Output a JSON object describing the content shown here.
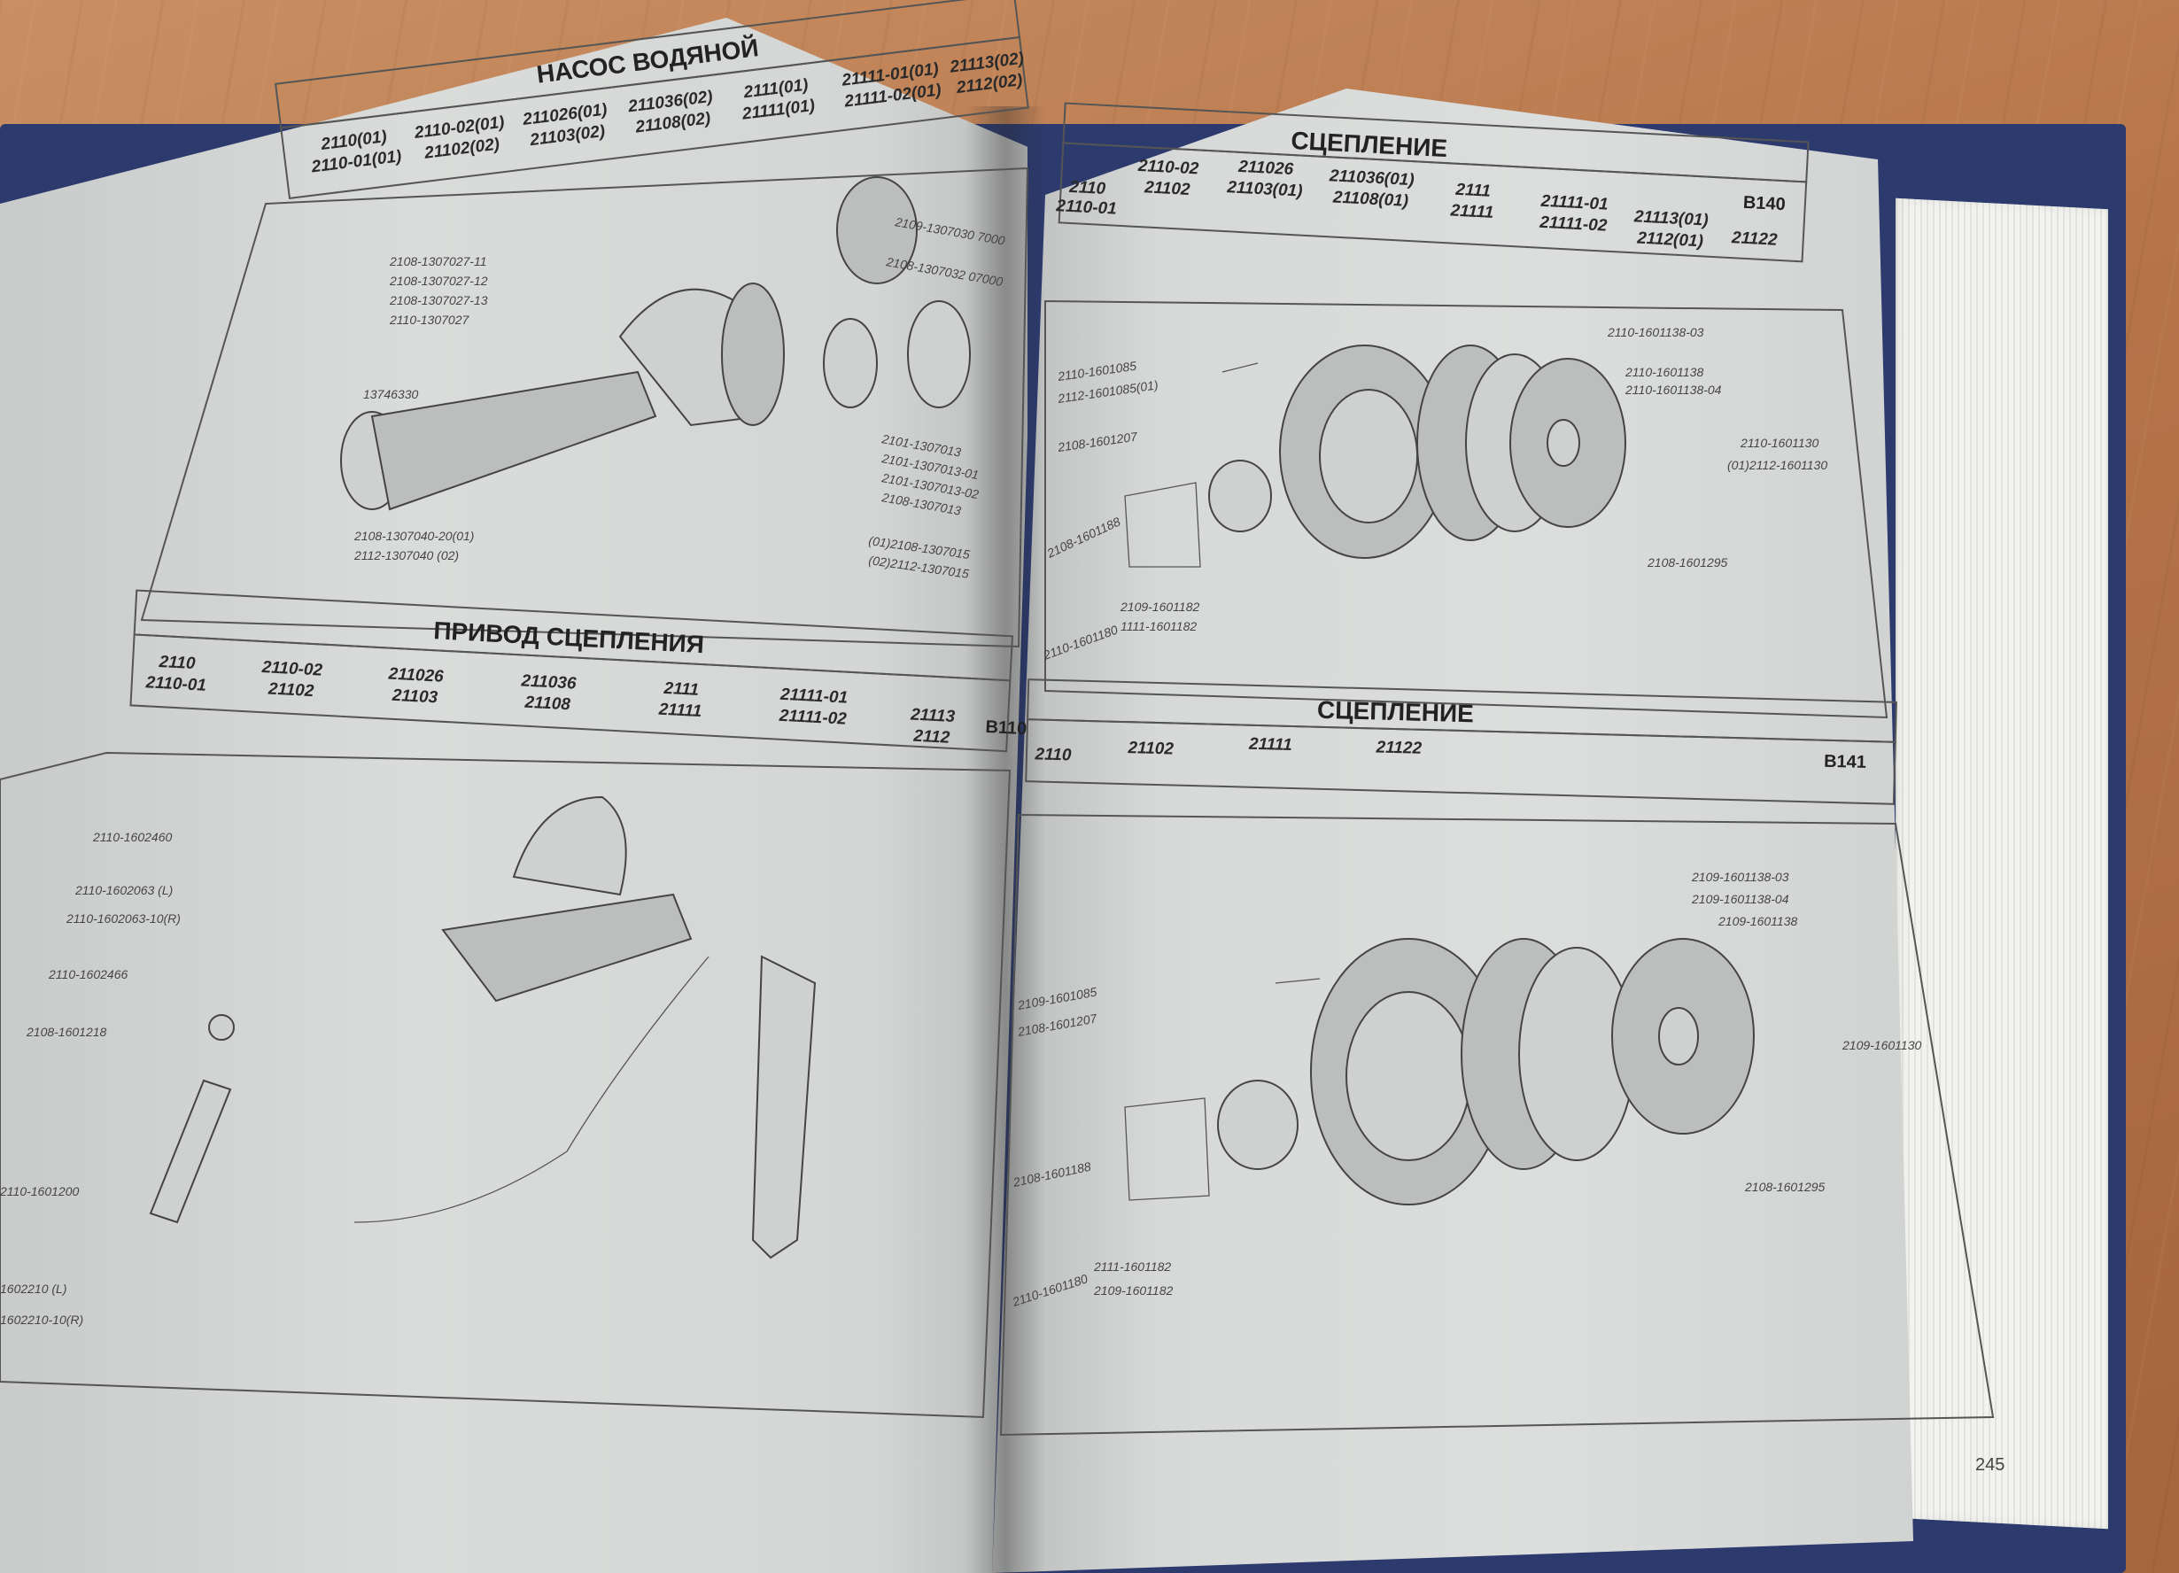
{
  "left_page": {
    "water_pump": {
      "title": "НАСОС ВОДЯНОЙ",
      "models": [
        [
          "2110(01)",
          "2110-01(01)"
        ],
        [
          "2110-02(01)",
          "21102(02)"
        ],
        [
          "211026(01)",
          "21103(02)"
        ],
        [
          "211036(02)",
          "21108(02)"
        ],
        [
          "2111(01)",
          "21111(01)"
        ],
        [
          "21111-01(01)",
          "21111-02(01)"
        ],
        [
          "21113(02)",
          "2112(02)"
        ]
      ],
      "labels": [
        "2109-1307030 7000",
        "2108-1307032 07000",
        "2108-1307027-11",
        "2108-1307027-12",
        "2108-1307027-13",
        "2110-1307027",
        "13746330",
        "2101-1307013",
        "2101-1307013-01",
        "2101-1307013-02",
        "2108-1307013",
        "(01)2108-1307015",
        "(02)2112-1307015",
        "2108-1307040-20(01)",
        "2112-1307040 (02)"
      ]
    },
    "clutch_drive": {
      "title": "ПРИВОД СЦЕПЛЕНИЯ",
      "models": [
        [
          "2110",
          "2110-01"
        ],
        [
          "2110-02",
          "21102"
        ],
        [
          "211026",
          "21103"
        ],
        [
          "211036",
          "21108"
        ],
        [
          "2111",
          "21111"
        ],
        [
          "21111-01",
          "21111-02"
        ],
        [
          "21113",
          "2112"
        ]
      ],
      "code": "B110",
      "labels": [
        "2110-1602460",
        "2110-1602063 (L)",
        "2110-1602063-10(R)",
        "2110-1602466",
        "2108-1601218",
        "2110-1601200",
        "1602210 (L)",
        "1602210-10(R)"
      ]
    }
  },
  "right_page": {
    "clutch_top": {
      "title": "СЦЕПЛЕНИЕ",
      "models": [
        [
          "2110",
          "2110-01"
        ],
        [
          "2110-02",
          "21102"
        ],
        [
          "211026",
          "21103(01)"
        ],
        [
          "211036(01)",
          "21108(01)"
        ],
        [
          "2111",
          "21111"
        ],
        [
          "21111-01",
          "21111-02"
        ],
        [
          "21113(01)",
          "2112(01)"
        ],
        [
          "21122"
        ]
      ],
      "code": "B140",
      "labels": [
        "2110-1601085",
        "2112-1601085(01)",
        "2108-1601207",
        "2110-1601138-03",
        "2110-1601138",
        "2110-1601138-04",
        "2110-1601130",
        "(01)2112-1601130",
        "2108-1601188",
        "2108-1601295",
        "2109-1601182",
        "1111-1601182",
        "2110-1601180"
      ]
    },
    "clutch_bottom": {
      "title": "СЦЕПЛЕНИЕ",
      "models": [
        "2110",
        "21102",
        "21111",
        "21122"
      ],
      "code": "B141",
      "labels": [
        "2109-1601138-03",
        "2109-1601138-04",
        "2109-1601138",
        "2109-1601085",
        "2108-1601207",
        "2109-1601130",
        "2108-1601188",
        "2108-1601295",
        "2111-1601182",
        "2109-1601182",
        "2110-1601180"
      ]
    },
    "page_number": "245"
  },
  "colors": {
    "paper": "#d5d7d6",
    "ink": "#333333",
    "cover": "#2c3a6e",
    "table": "#b5764a"
  }
}
